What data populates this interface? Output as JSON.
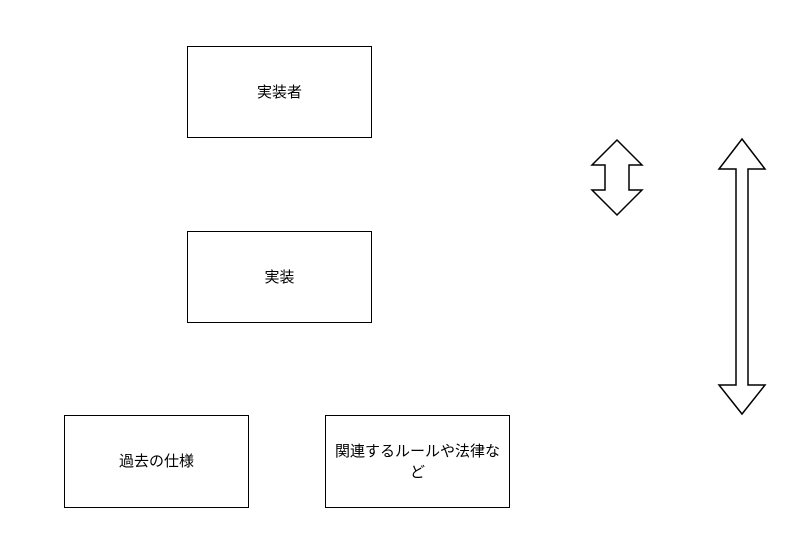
{
  "nodes": {
    "implementer": "実装者",
    "implementation": "実装",
    "past_spec": "過去の仕様",
    "rules": "関連するルールや法律など"
  },
  "colors": {
    "stroke": "#000000",
    "fill": "#ffffff"
  },
  "arrows": [
    {
      "name": "short-double-arrow",
      "type": "bidirectional"
    },
    {
      "name": "long-double-arrow",
      "type": "bidirectional"
    }
  ]
}
